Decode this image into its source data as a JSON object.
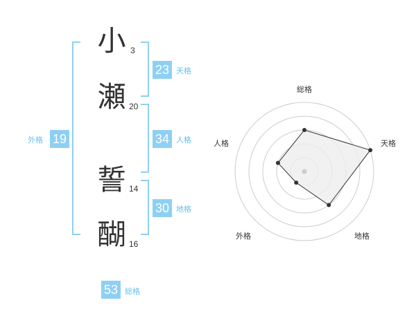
{
  "name": {
    "characters": [
      {
        "char": "小",
        "strokes": "3"
      },
      {
        "char": "瀬",
        "strokes": "20"
      },
      {
        "char": "誓",
        "strokes": "14"
      },
      {
        "char": "醐",
        "strokes": "16"
      }
    ]
  },
  "fortunes": {
    "tenkaku": {
      "value": "23",
      "label": "天格"
    },
    "jinkaku": {
      "value": "34",
      "label": "人格"
    },
    "chikaku": {
      "value": "30",
      "label": "地格"
    },
    "gaikaku": {
      "value": "19",
      "label": "外格"
    },
    "soukaku": {
      "value": "53",
      "label": "総格"
    }
  },
  "radar": {
    "axes": [
      "総格",
      "天格",
      "地格",
      "外格",
      "人格"
    ],
    "levels": 5,
    "values": [
      3,
      5,
      3,
      1,
      2
    ],
    "colors": {
      "ring": "#cccccc",
      "fill": "#eeeeee",
      "line": "#333333",
      "point": "#333333",
      "center": "#cccccc"
    }
  }
}
